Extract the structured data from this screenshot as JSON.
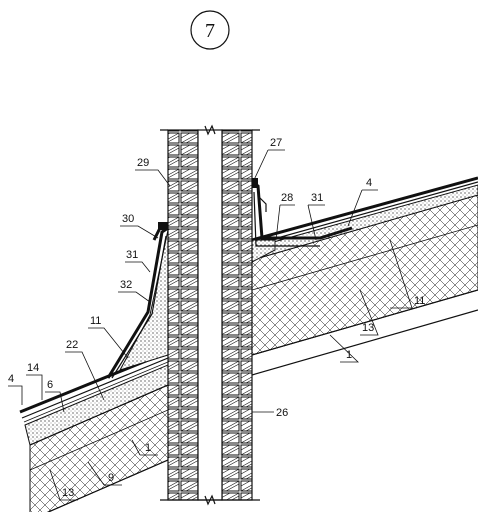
{
  "figure": {
    "number": "7"
  },
  "callouts": [
    {
      "id": "29",
      "text": "29"
    },
    {
      "id": "27",
      "text": "27"
    },
    {
      "id": "4a",
      "text": "4"
    },
    {
      "id": "28",
      "text": "28"
    },
    {
      "id": "31a",
      "text": "31"
    },
    {
      "id": "30",
      "text": "30"
    },
    {
      "id": "31b",
      "text": "31"
    },
    {
      "id": "32",
      "text": "32"
    },
    {
      "id": "11a",
      "text": "11"
    },
    {
      "id": "22",
      "text": "22"
    },
    {
      "id": "11b",
      "text": "11"
    },
    {
      "id": "13a",
      "text": "13"
    },
    {
      "id": "1a",
      "text": "1"
    },
    {
      "id": "4b",
      "text": "4"
    },
    {
      "id": "14",
      "text": "14"
    },
    {
      "id": "6",
      "text": "6"
    },
    {
      "id": "26",
      "text": "26"
    },
    {
      "id": "1b",
      "text": "1"
    },
    {
      "id": "9",
      "text": "9"
    },
    {
      "id": "13b",
      "text": "13"
    }
  ]
}
